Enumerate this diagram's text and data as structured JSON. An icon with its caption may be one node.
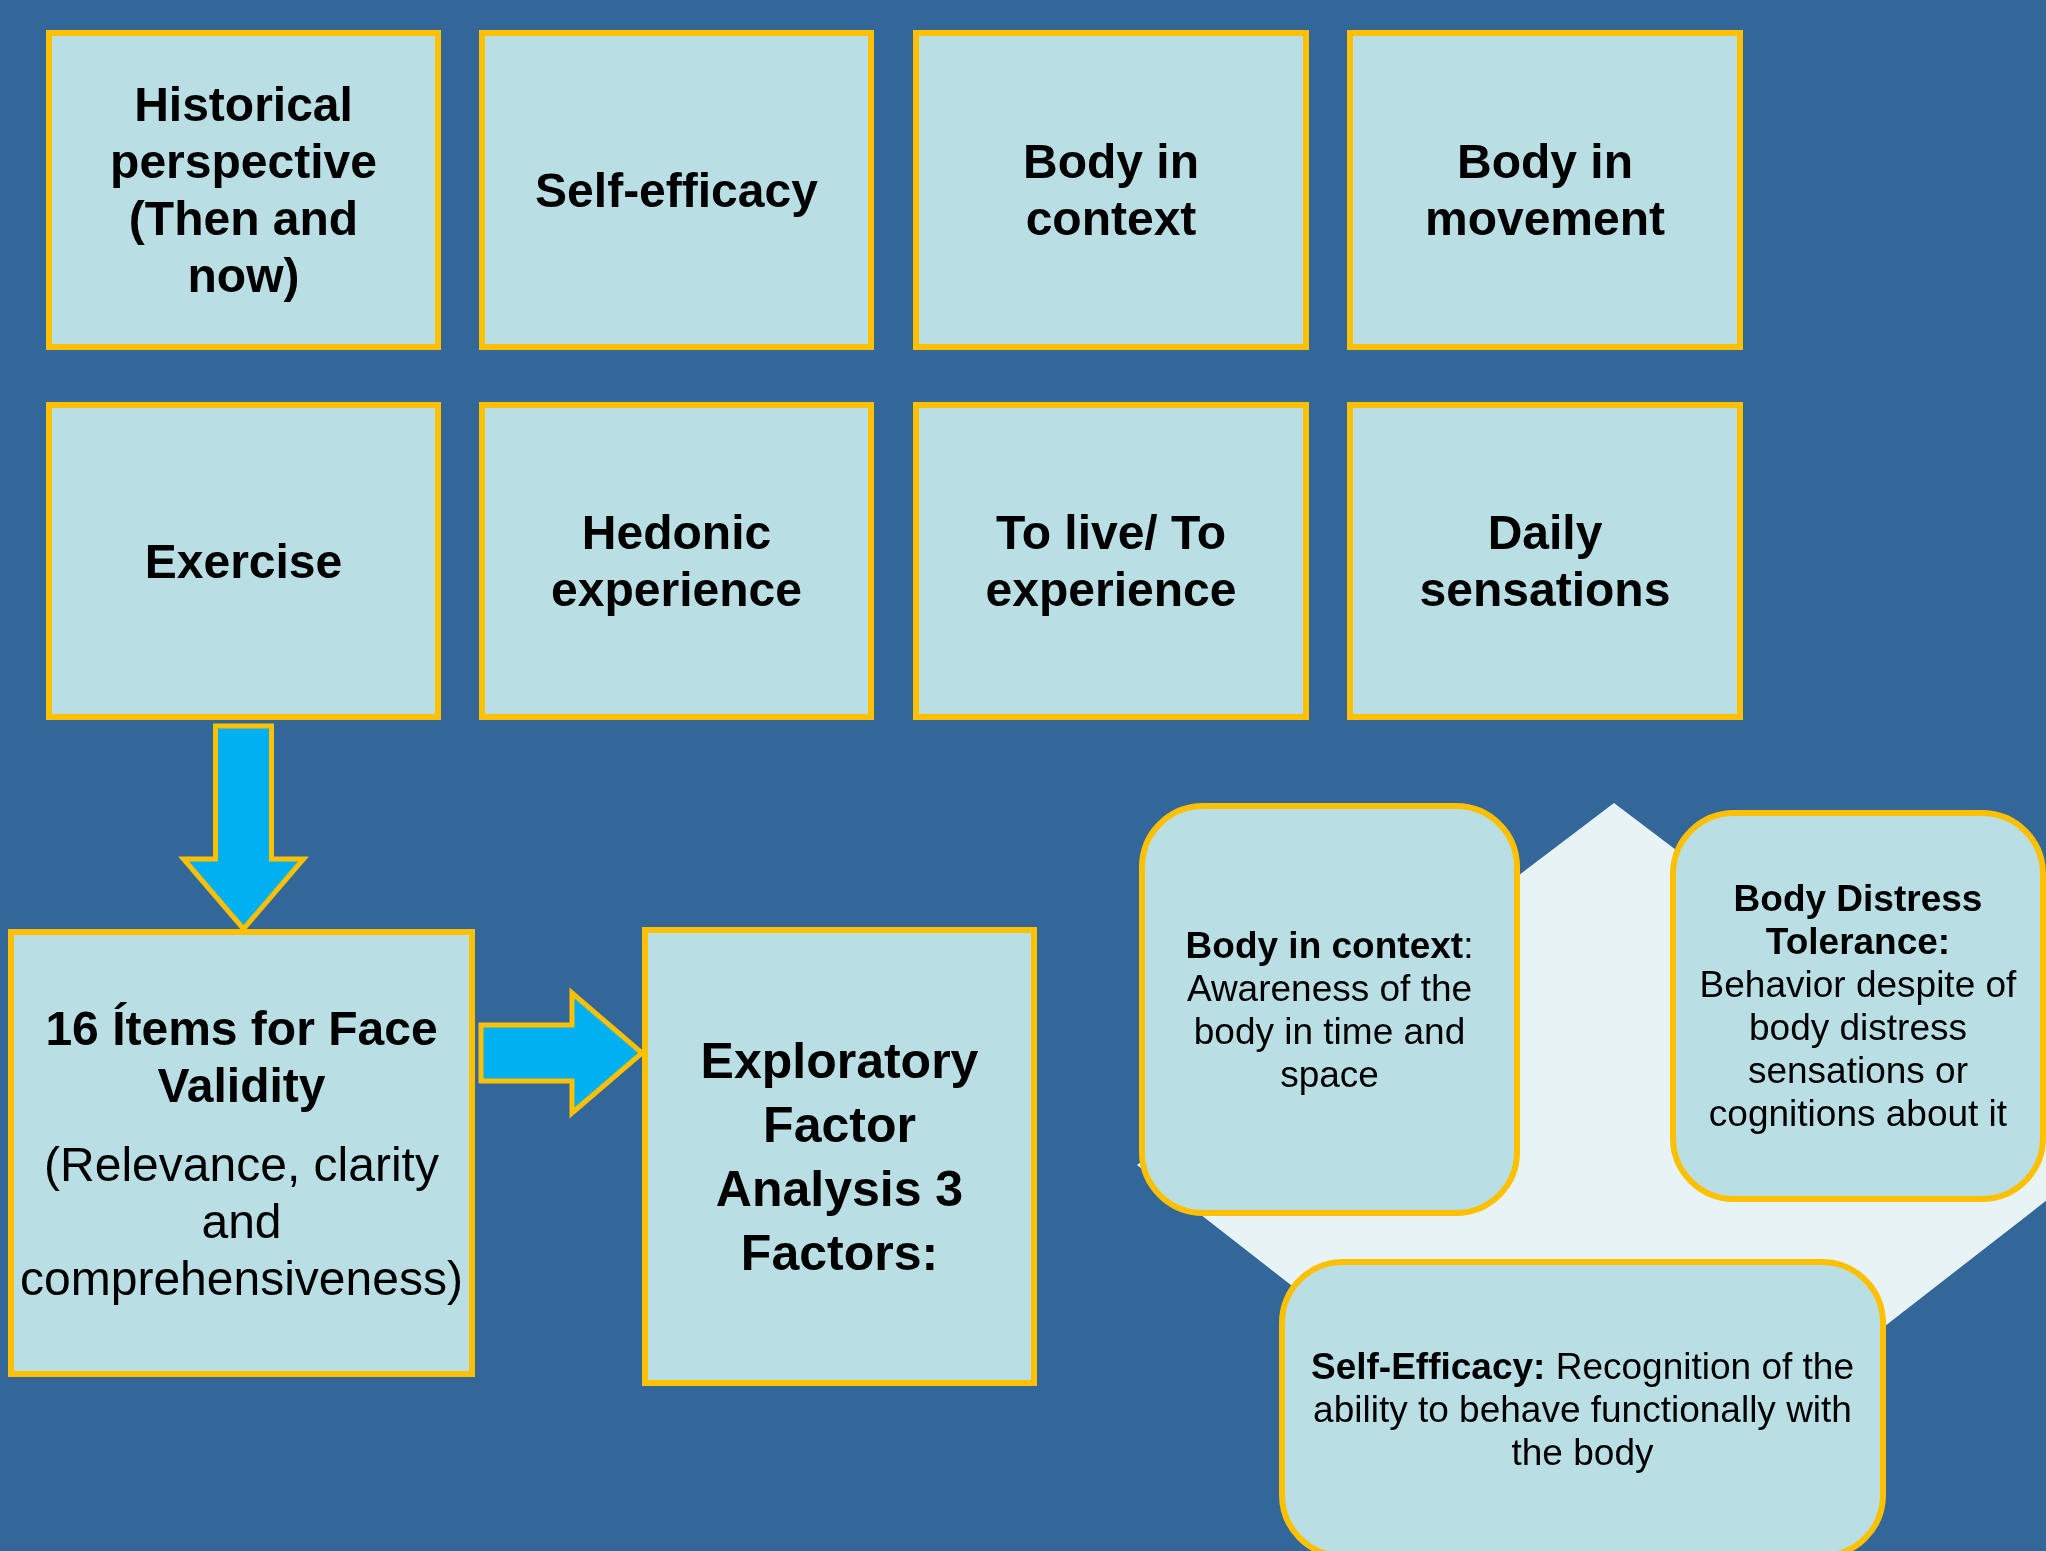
{
  "diagram": {
    "nodes": [
      {
        "text": [
          "Historical perspective (Then and now)"
        ]
      },
      {
        "text": [
          "Self-efficacy"
        ]
      },
      {
        "text": [
          "Body in context"
        ]
      },
      {
        "text": [
          "Body in movement"
        ]
      },
      {
        "text": [
          "Exercise"
        ]
      },
      {
        "text": [
          "Hedonic experience"
        ]
      },
      {
        "text": [
          "To live/ To experience"
        ]
      },
      {
        "text": [
          "Daily sensations"
        ]
      },
      {
        "text": [
          "16 Ítems for Face Validity",
          "(Relevance, clarity and comprehensiveness)"
        ]
      },
      {
        "text": [
          "Exploratory Factor Analysis 3 Factors:"
        ]
      },
      {
        "text": [
          "**Body in context**: Awareness of the body in time and space"
        ]
      },
      {
        "text": [
          "**Body Distress Tolerance:** Behavior despite of body distress sensations or cognitions about it"
        ]
      },
      {
        "text": [
          "**Self-Efficacy:** Recognition of the ability to behave functionally with the body"
        ]
      }
    ],
    "edges": [
      {
        "from": 4,
        "to": 8,
        "arrow": "to"
      },
      {
        "from": 8,
        "to": 9,
        "arrow": "to"
      }
    ]
  }
}
